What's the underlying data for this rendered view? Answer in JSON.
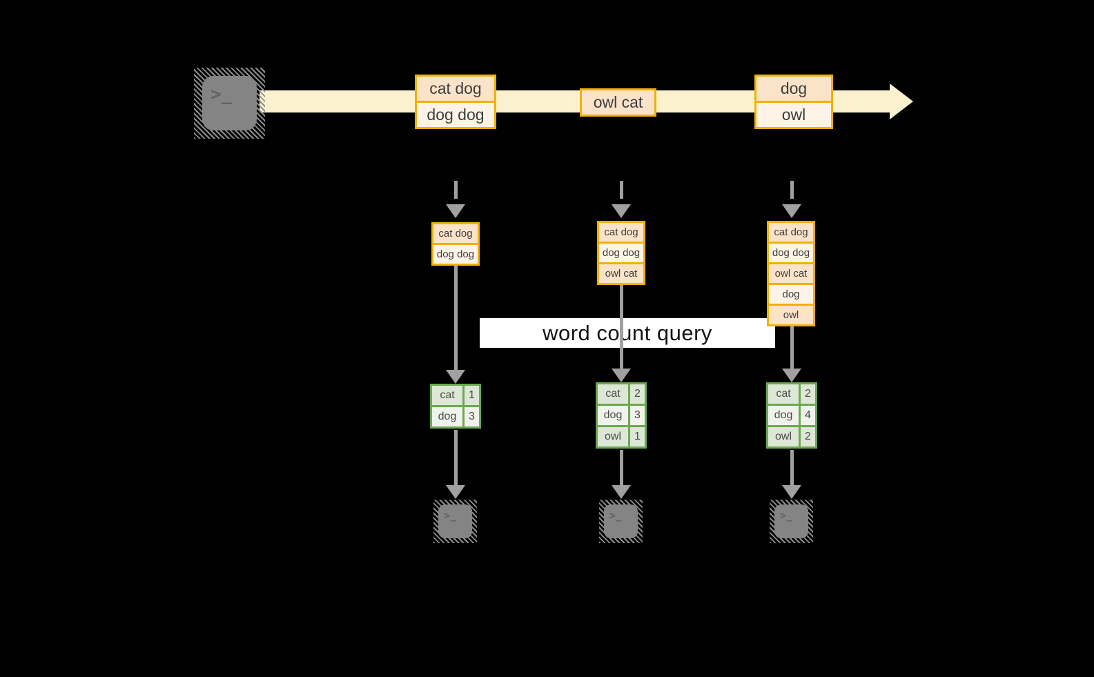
{
  "diagram": {
    "query_label": "word count query",
    "terminal_glyph": ">_",
    "stream_boxes": [
      {
        "cells": [
          "cat dog",
          "dog dog"
        ]
      },
      {
        "cells": [
          "owl cat"
        ]
      },
      {
        "cells": [
          "dog",
          "owl"
        ]
      }
    ],
    "columns": [
      {
        "stack": [
          "cat dog",
          "dog dog"
        ],
        "table": [
          {
            "word": "cat",
            "count": "1"
          },
          {
            "word": "dog",
            "count": "3"
          }
        ]
      },
      {
        "stack": [
          "cat dog",
          "dog dog",
          "owl cat"
        ],
        "table": [
          {
            "word": "cat",
            "count": "2"
          },
          {
            "word": "dog",
            "count": "3"
          },
          {
            "word": "owl",
            "count": "1"
          }
        ]
      },
      {
        "stack": [
          "cat dog",
          "dog dog",
          "owl cat",
          "dog",
          "owl"
        ],
        "table": [
          {
            "word": "cat",
            "count": "2"
          },
          {
            "word": "dog",
            "count": "4"
          },
          {
            "word": "owl",
            "count": "2"
          }
        ]
      }
    ],
    "colors": {
      "bg": "#000000",
      "band": "#FBF1CF",
      "gold": "#F0B100",
      "peach": "#FAE3C9",
      "cream": "#FDF4E7",
      "green": "#6CA850",
      "sage": "#DDE7D5",
      "sagelight": "#EFF3EB",
      "gray_arrow": "#A0A0A0",
      "term": "#848484",
      "termglyph": "#626262",
      "querybg": "#FFFFFF",
      "ink": "#3D3D3D"
    }
  }
}
